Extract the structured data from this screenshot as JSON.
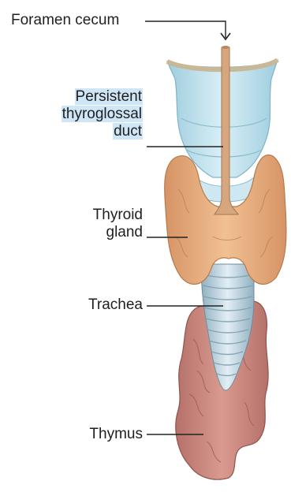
{
  "labels": {
    "foramen_cecum": "Foramen cecum",
    "persistent_duct": [
      "Persistent",
      "thyroglossal",
      "duct"
    ],
    "thyroid_gland": [
      "Thyroid",
      "gland"
    ],
    "trachea": "Trachea",
    "thymus": "Thymus"
  },
  "colors": {
    "text": "#1f1f1f",
    "leader_line": "#222222",
    "highlight": "#cfe6f7",
    "duct": "#d6a77f",
    "thyroid": "#e9b07f",
    "thyroid_shadow": "#c98a59",
    "cartilage": "#bfe0ec",
    "trachea_ring": "#d8e6ee",
    "trachea_shadow": "#9ab7c6",
    "thymus": "#c98379",
    "thymus_shadow": "#a5645c"
  }
}
